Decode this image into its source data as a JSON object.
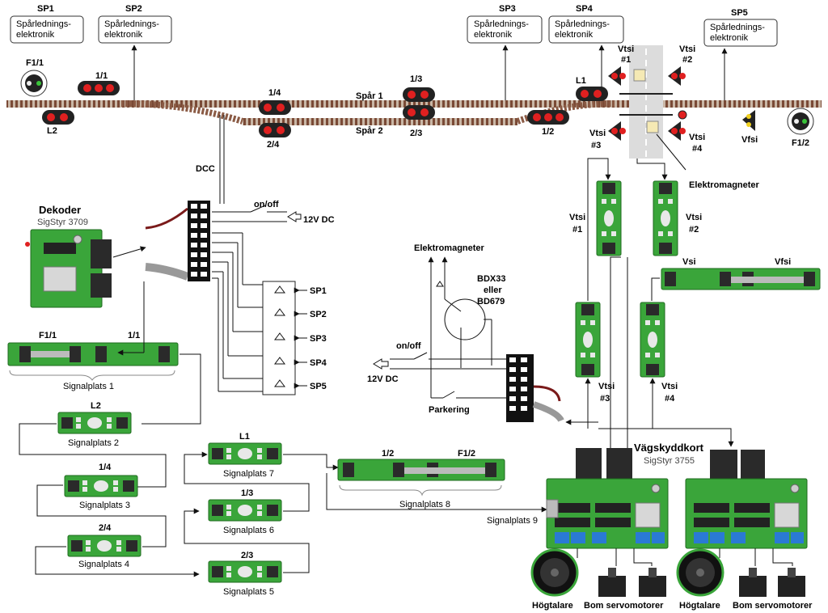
{
  "sp_boxes": [
    {
      "id": "SP1",
      "line1": "Spårlednings-",
      "line2": "elektronik"
    },
    {
      "id": "SP2",
      "line1": "Spårlednings-",
      "line2": "elektronik"
    },
    {
      "id": "SP3",
      "line1": "Spårlednings-",
      "line2": "elektronik"
    },
    {
      "id": "SP4",
      "line1": "Spårlednings-",
      "line2": "elektronik"
    },
    {
      "id": "SP5",
      "line1": "Spårlednings-",
      "line2": "elektronik"
    }
  ],
  "track": {
    "spar1": "Spår 1",
    "spar2": "Spår 2",
    "dcc": "DCC"
  },
  "signals": {
    "f11": "F1/1",
    "l2": "L2",
    "s11": "1/1",
    "s14": "1/4",
    "s24": "2/4",
    "s13": "1/3",
    "s23": "2/3",
    "s12": "1/2",
    "l1": "L1",
    "vfsi": "Vfsi",
    "f12": "F1/2"
  },
  "crossing": {
    "vtsi1a": "Vtsi",
    "vtsi1b": "#1",
    "vtsi2a": "Vtsi",
    "vtsi2b": "#2",
    "vtsi3a": "Vtsi",
    "vtsi3b": "#3",
    "vtsi4a": "Vtsi",
    "vtsi4b": "#4",
    "magnet": "Elektromagneter"
  },
  "decoder": {
    "title": "Dekoder",
    "model": "SigStyr 3709"
  },
  "power": {
    "onoff": "on/off",
    "dc": "12V DC"
  },
  "opto": [
    "SP1",
    "SP2",
    "SP3",
    "SP4",
    "SP5"
  ],
  "signalplatser": {
    "p1": "Signalplats 1",
    "p2": "Signalplats 2",
    "p3": "Signalplats 3",
    "p4": "Signalplats 4",
    "p5": "Signalplats 5",
    "p6": "Signalplats 6",
    "p7": "Signalplats 7",
    "p8": "Signalplats 8",
    "p9": "Signalplats 9"
  },
  "magnet_circuit": {
    "magnet": "Elektromagneter",
    "tr1": "BDX33",
    "tr2": "eller",
    "tr3": "BD679",
    "onoff": "on/off",
    "dc": "12V DC",
    "parkering": "Parkering"
  },
  "right_boards": {
    "vtsi1a": "Vtsi",
    "vtsi1b": "#1",
    "vtsi2a": "Vtsi",
    "vtsi2b": "#2",
    "vsi": "Vsi",
    "vfsi": "Vfsi",
    "vtsi3a": "Vtsi",
    "vtsi3b": "#3",
    "vtsi4a": "Vtsi",
    "vtsi4b": "#4"
  },
  "vagskydd": {
    "title": "Vägskyddkort",
    "model": "SigStyr 3755"
  },
  "speakers": [
    "Högtalare",
    "Högtalare"
  ],
  "servos": [
    "Bom servomotorer",
    "Bom servomotorer"
  ],
  "colors": {
    "rail": "#8a5a44",
    "board": "#3aa53a",
    "boardDark": "#1f7a1f",
    "ledRed": "#e02020",
    "ledWhite": "#f2f2f2",
    "ledYellow": "#f0d020",
    "connector": "#2a2a2a"
  }
}
